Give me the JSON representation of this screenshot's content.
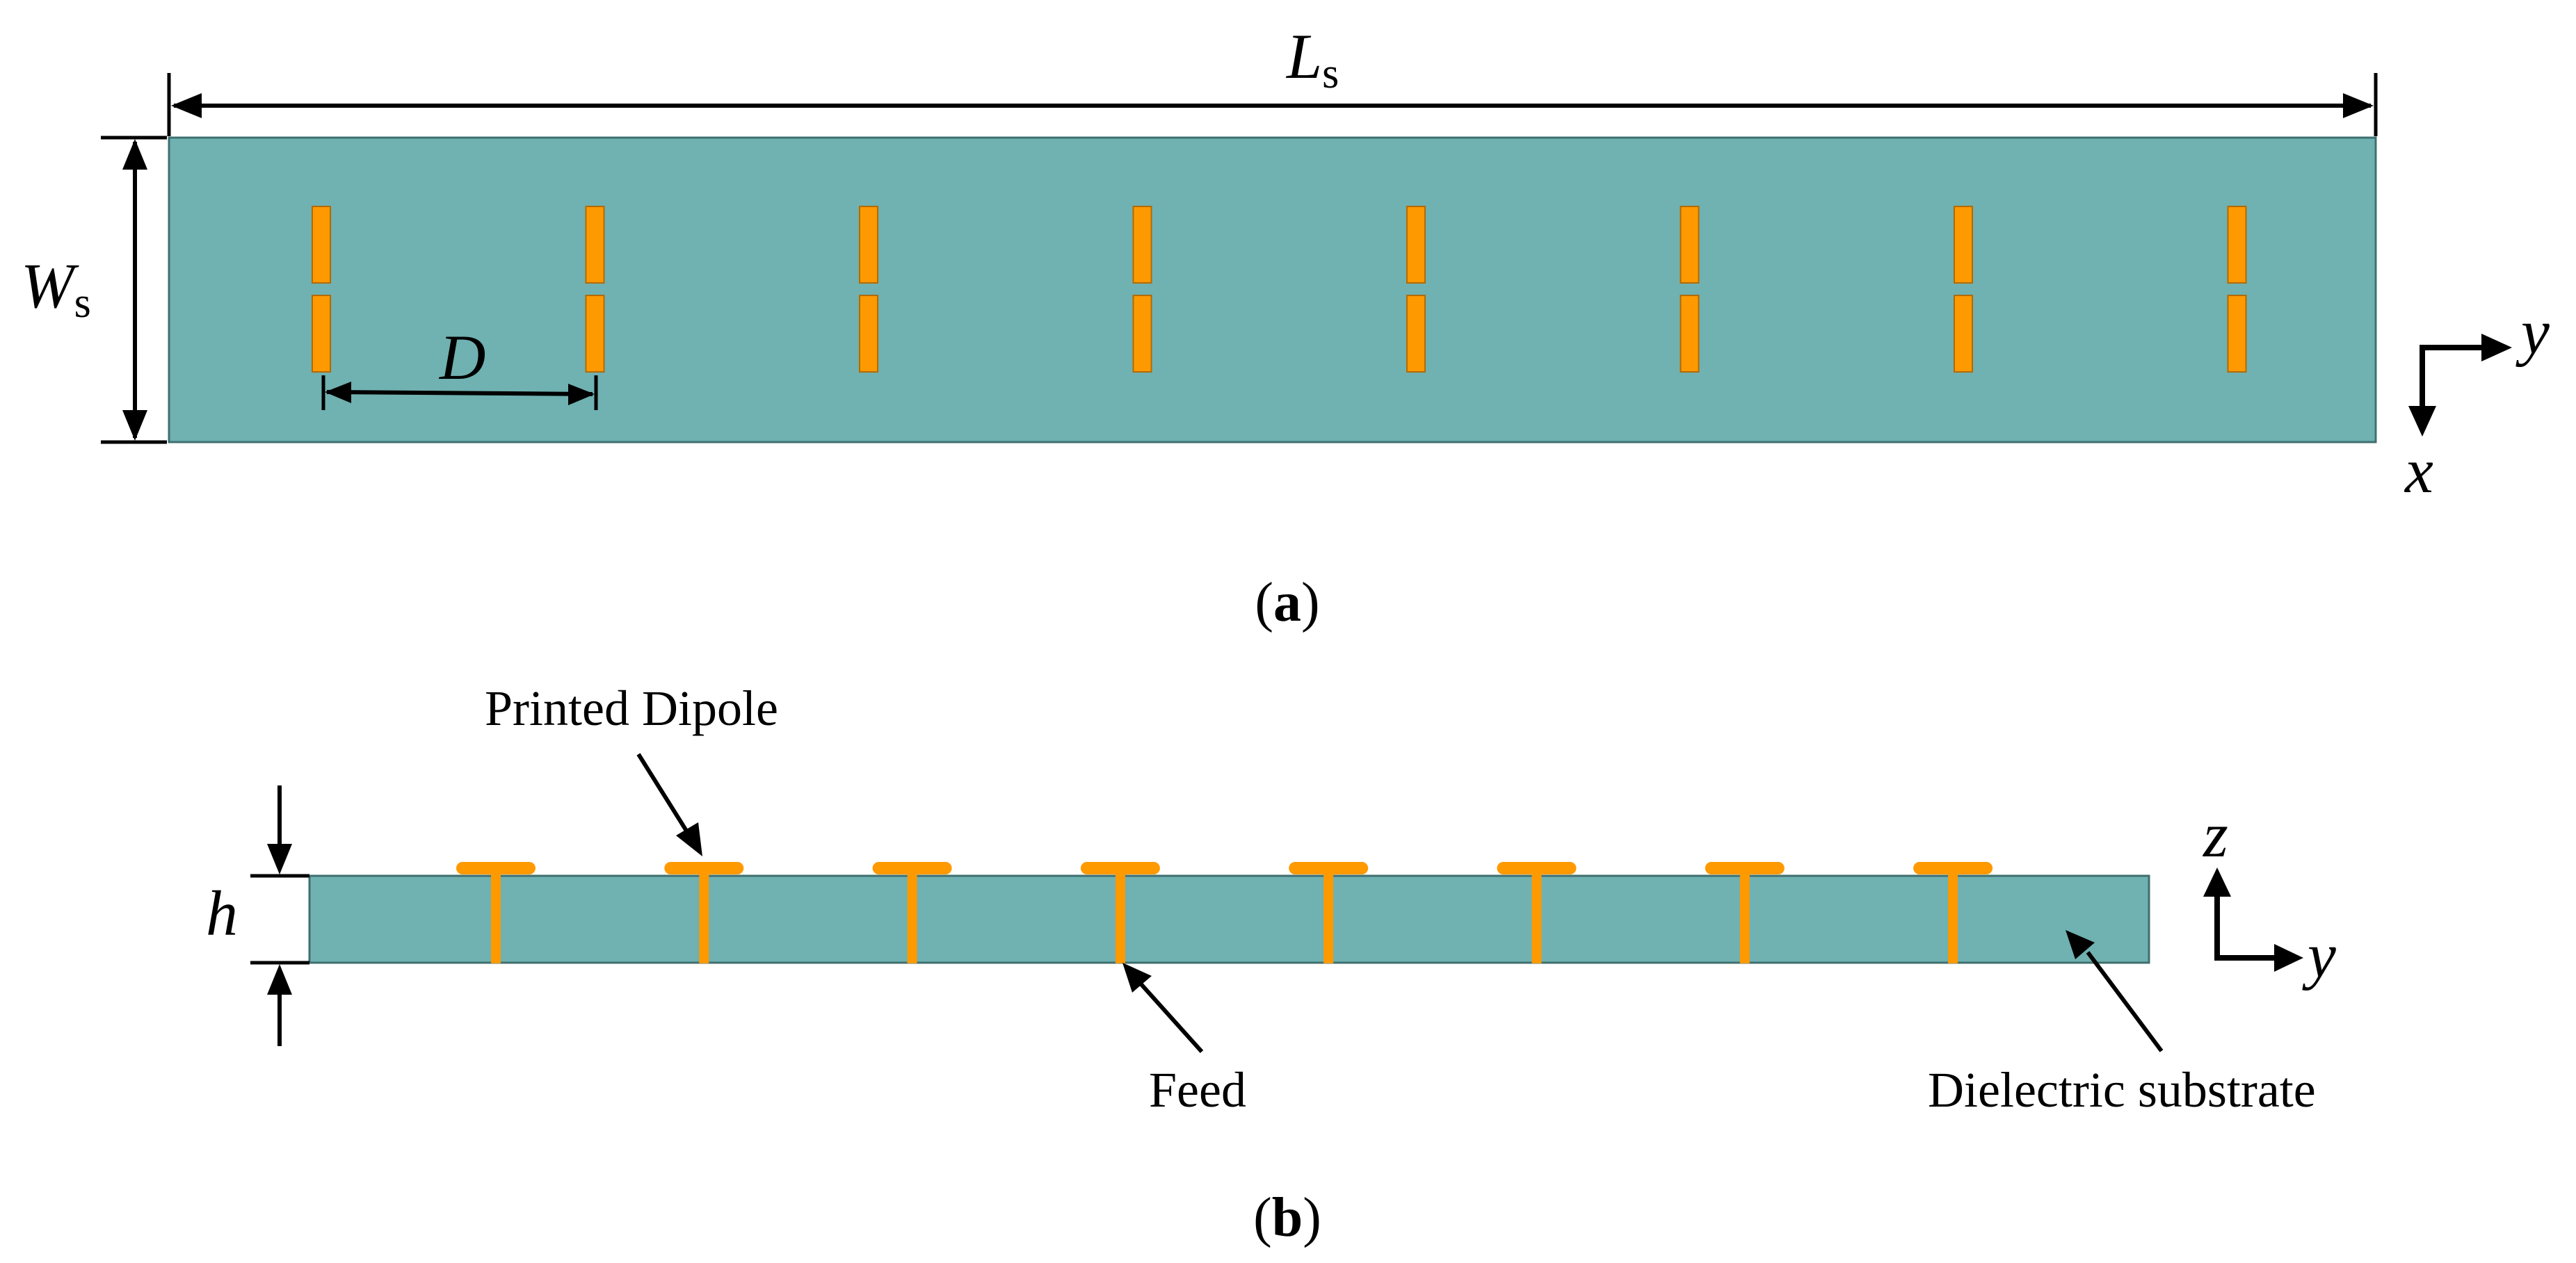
{
  "colors": {
    "substrate": "#70b1b1",
    "substrate_edge": "#3f6f6f",
    "dipole": "#ff9900",
    "dipole_edge": "#b26a00",
    "line": "#000000",
    "background": "#ffffff"
  },
  "panel_a": {
    "label_open": "(",
    "label_letter": "a",
    "label_close": ")",
    "length_symbol": "L",
    "length_sub": "s",
    "width_symbol": "W",
    "width_sub": "s",
    "spacing_symbol": "D",
    "axis_horizontal": "y",
    "axis_vertical": "x",
    "element_count": 8
  },
  "panel_b": {
    "label_open": "(",
    "label_letter": "b",
    "label_close": ")",
    "thickness_symbol": "h",
    "dipole_label": "Printed Dipole",
    "feed_label": "Feed",
    "substrate_label": "Dielectric substrate",
    "axis_vertical": "z",
    "axis_horizontal": "y",
    "element_count": 8
  }
}
